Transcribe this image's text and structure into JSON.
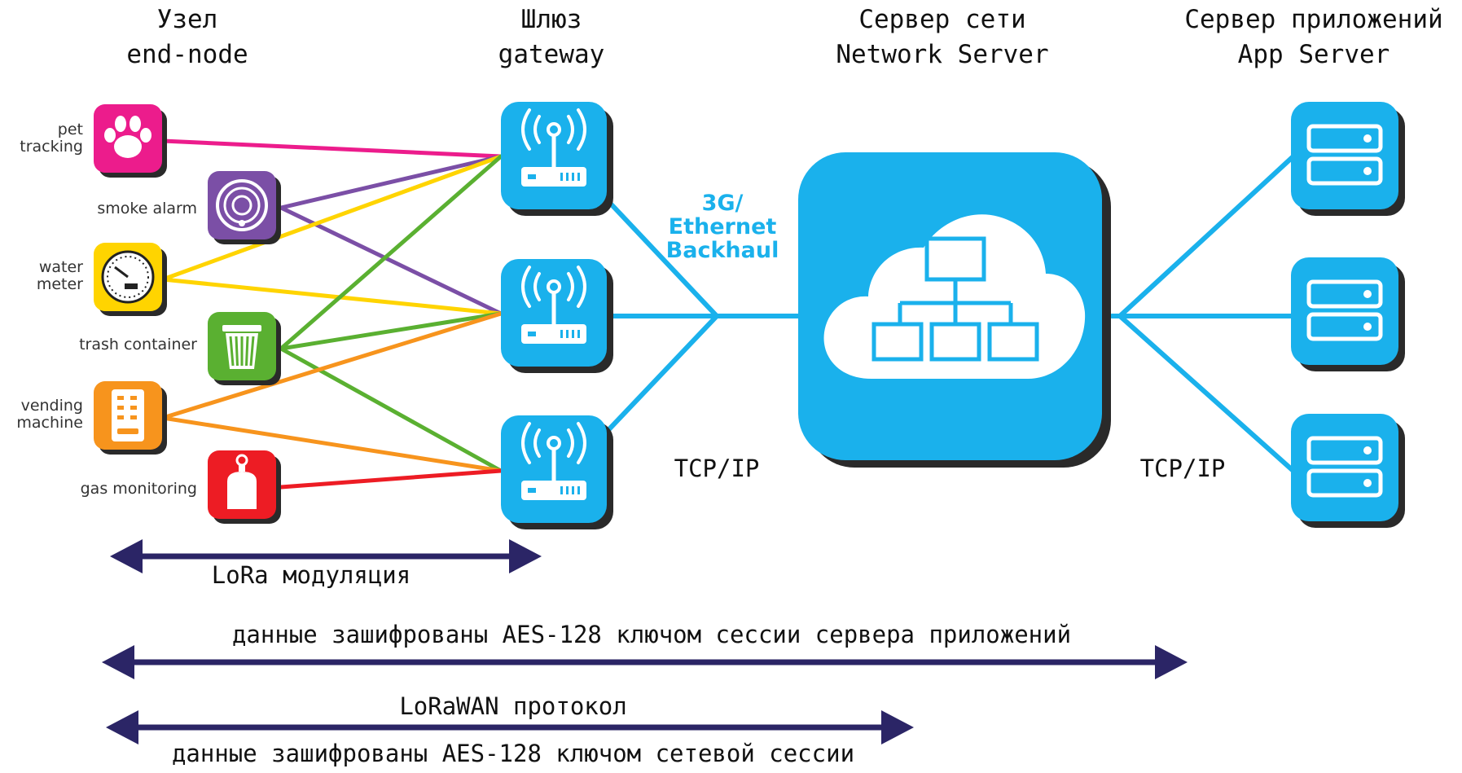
{
  "columns": {
    "end_node": {
      "line1": "Узел",
      "line2": "end-node"
    },
    "gateway": {
      "line1": "Шлюз",
      "line2": "gateway"
    },
    "network_server": {
      "line1": "Сервер сети",
      "line2": "Network Server"
    },
    "app_server": {
      "line1": "Сервер приложений",
      "line2": "App Server"
    }
  },
  "devices": [
    {
      "label_lines": [
        "pet",
        "tracking"
      ],
      "icon": "paw-icon",
      "color": "#ec1c8c"
    },
    {
      "label_lines": [
        "smoke alarm"
      ],
      "icon": "smoke-alarm-icon",
      "color": "#7b4fa6"
    },
    {
      "label_lines": [
        "water",
        "meter"
      ],
      "icon": "water-meter-icon",
      "color": "#ffd400"
    },
    {
      "label_lines": [
        "trash container"
      ],
      "icon": "trash-icon",
      "color": "#5ab031"
    },
    {
      "label_lines": [
        "vending",
        "machine"
      ],
      "icon": "vending-machine-icon",
      "color": "#f7941d"
    },
    {
      "label_lines": [
        "gas monitoring"
      ],
      "icon": "gas-cylinder-icon",
      "color": "#ed1c24"
    }
  ],
  "gateways": [
    {
      "icon": "gateway-icon"
    },
    {
      "icon": "gateway-icon"
    },
    {
      "icon": "gateway-icon"
    }
  ],
  "backhaul": {
    "line1": "3G/",
    "line2": "Ethernet",
    "line3": "Backhaul"
  },
  "network_server_icon": "cloud-network-icon",
  "app_servers": [
    {
      "icon": "server-icon"
    },
    {
      "icon": "server-icon"
    },
    {
      "icon": "server-icon"
    }
  ],
  "protocols": {
    "left_tcp": "TCP/IP",
    "right_tcp": "TCP/IP"
  },
  "ranges": {
    "lora": "LoRa модуляция",
    "app_session": "данные зашифрованы AES-128 ключом сессии сервера приложений",
    "lorawan": "LoRaWAN протокол",
    "net_session": "данные зашифрованы AES-128 ключом сетевой сессии"
  },
  "colors": {
    "accent": "#1ab1ec",
    "arrow": "#2b2566",
    "tile_shadow": "#2a2a2a"
  }
}
